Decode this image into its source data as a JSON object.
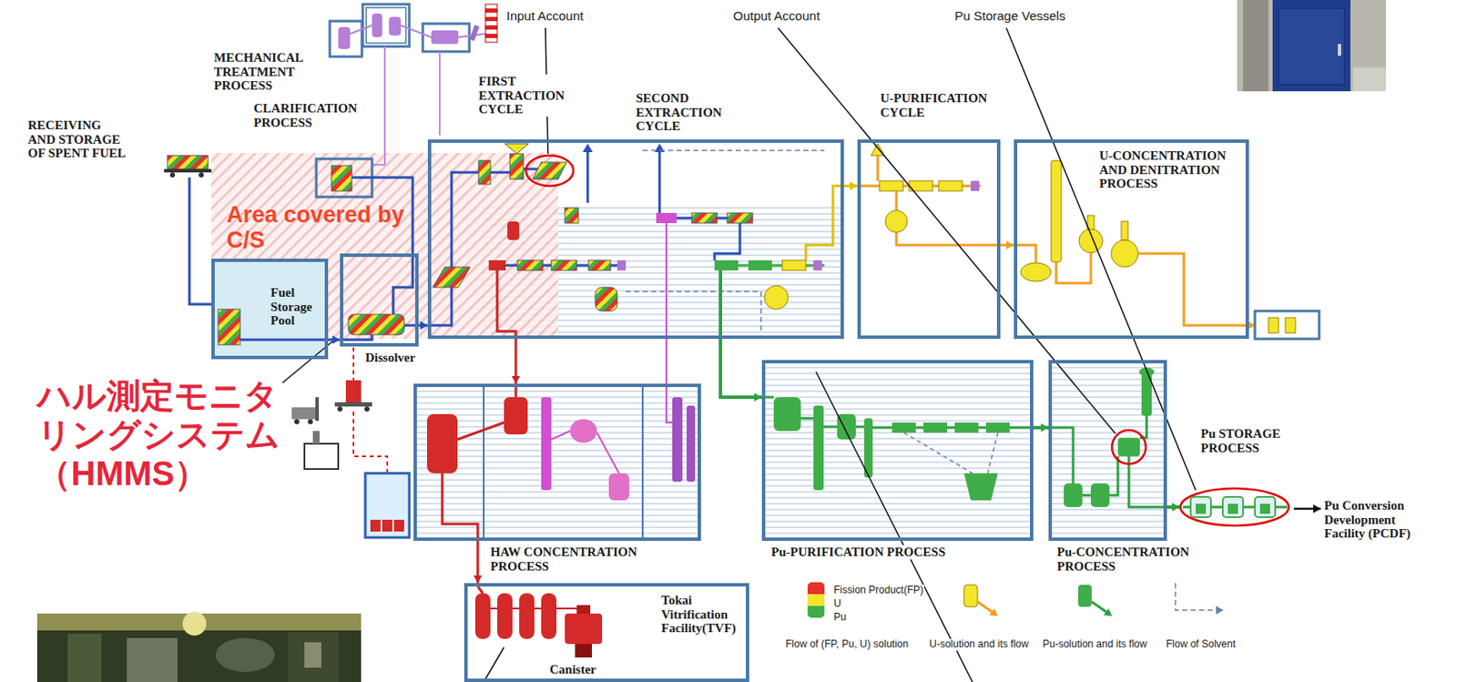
{
  "diagram": {
    "nodes": [
      {
        "text": [
          "Fuel Storage Pool"
        ]
      },
      {
        "text": [
          "Dissolver"
        ]
      },
      {
        "text": [
          "FIRST EXTRACTION CYCLE",
          "SECOND EXTRACTION CYCLE"
        ]
      },
      {
        "text": [
          "U-PURIFICATION CYCLE"
        ]
      },
      {
        "text": [
          "U-CONCENTRATION AND DENITRATION PROCESS"
        ]
      },
      {
        "text": [
          "HAW CONCENTRATION PROCESS"
        ]
      },
      {
        "text": [
          "Tokai Vitrification Facility(TVF)"
        ]
      },
      {
        "text": [
          "Pu-PURIFICATION PROCESS"
        ]
      },
      {
        "text": [
          "Pu-CONCENTRATION PROCESS"
        ]
      },
      {
        "text": [
          "Pu STORAGE PROCESS"
        ]
      },
      {
        "text": [
          "Pu Conversion Development Facility (PCDF)"
        ]
      }
    ],
    "edges": [
      {
        "from": 0,
        "to": 1,
        "arrow": "to"
      },
      {
        "from": 1,
        "to": 2,
        "arrow": "to"
      },
      {
        "from": 2,
        "to": 3,
        "arrow": "to"
      },
      {
        "from": 3,
        "to": 4,
        "arrow": "to"
      },
      {
        "from": 2,
        "to": 5,
        "arrow": "to"
      },
      {
        "from": 5,
        "to": 6,
        "arrow": "to"
      },
      {
        "from": 2,
        "to": 7,
        "arrow": "to"
      },
      {
        "from": 7,
        "to": 8,
        "arrow": "to"
      },
      {
        "from": 8,
        "to": 9,
        "arrow": "to"
      },
      {
        "from": 9,
        "to": 10,
        "arrow": "to"
      }
    ],
    "labels": [
      "Input Account",
      "Output Account",
      "Pu Storage Vessels",
      "MECHANICAL TREATMENT PROCESS",
      "CLARIFICATION PROCESS",
      "RECEIVING AND STORAGE OF SPENT FUEL",
      "Area covered by C/S",
      "ハル測定モニタリングシステム（HMMS）",
      "Canister"
    ],
    "legend": [
      {
        "text": "Fission Product(FP)",
        "color": "#e8312a"
      },
      {
        "text": "U",
        "color": "#f2e52a"
      },
      {
        "text": "Pu",
        "color": "#3fae49"
      },
      {
        "text": "Flow of (FP, Pu, U) solution"
      },
      {
        "text": "U-solution and its flow"
      },
      {
        "text": "Pu-solution and its flow"
      },
      {
        "text": "Flow of Solvent"
      }
    ]
  }
}
